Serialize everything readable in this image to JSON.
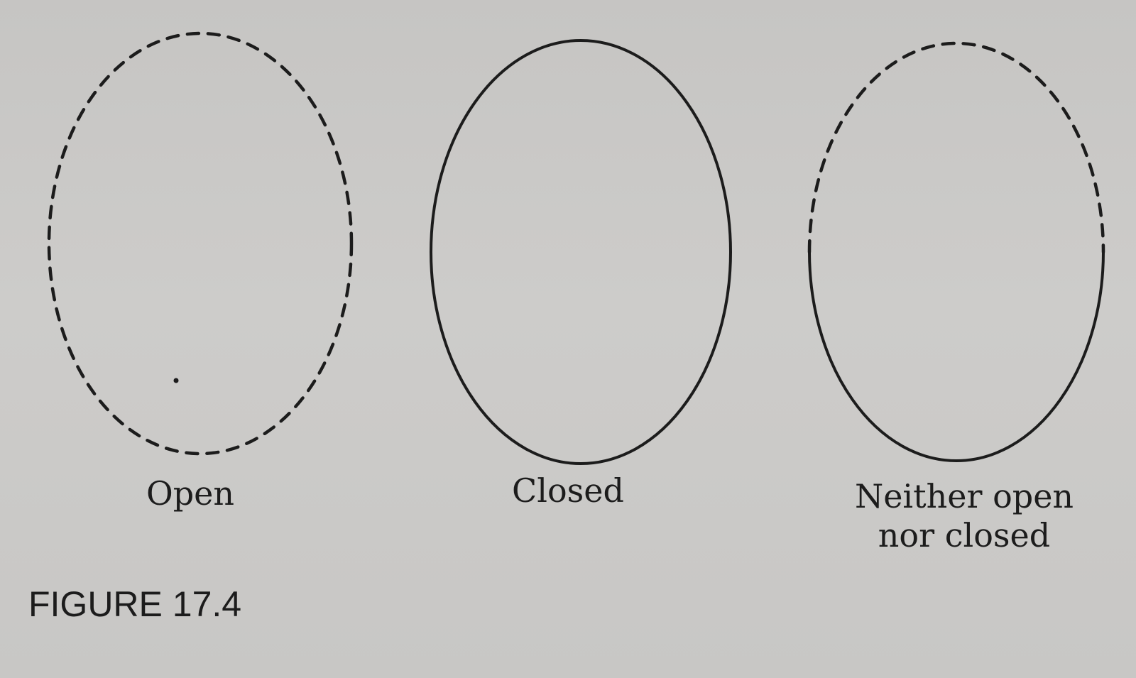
{
  "figure": {
    "shapes": [
      {
        "label": "Open",
        "boundary": "dashed"
      },
      {
        "label": "Closed",
        "boundary": "solid"
      },
      {
        "label_lines": [
          "Neither open",
          "nor closed"
        ],
        "boundary": "partly dashed, partly solid"
      }
    ],
    "caption": "FIGURE 17.4",
    "colors": {
      "paper": "#c9c8c6",
      "ink": "#1c1c1c"
    }
  }
}
